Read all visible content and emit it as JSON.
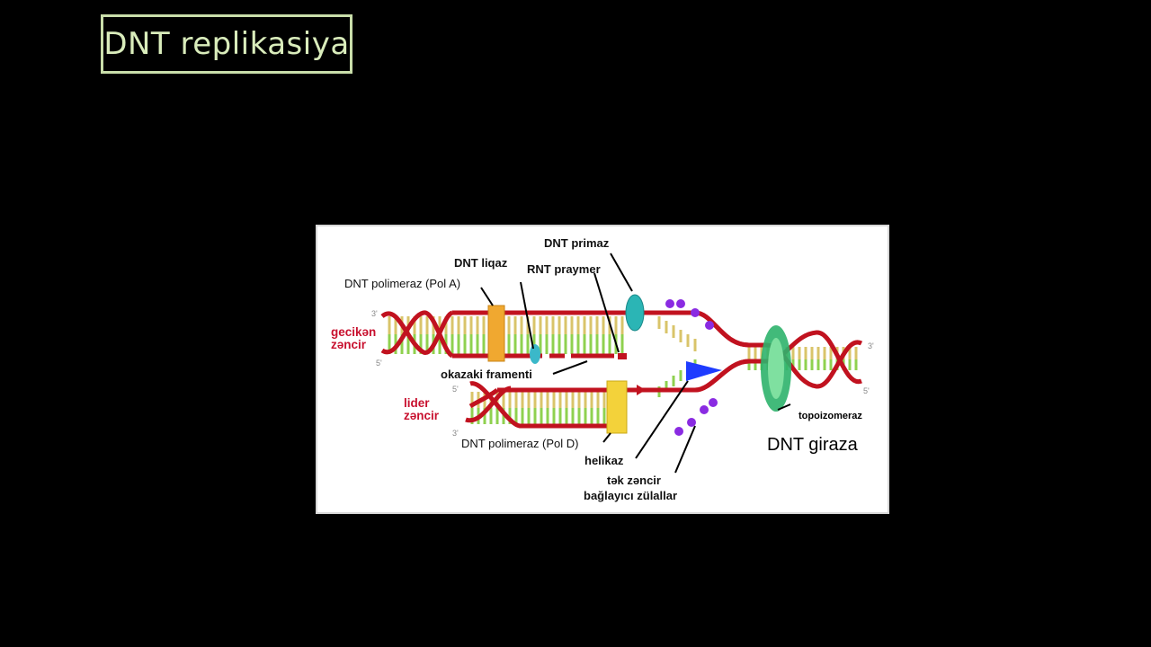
{
  "title": "DNT replikasiya",
  "diagram": {
    "labels": {
      "dnt_primaz": "DNT primaz",
      "dnt_liqaz": "DNT liqaz",
      "rnt_praymer": "RNT praymer",
      "pol_a": "DNT polimeraz (Pol A)",
      "gecikan_1": "gecikən",
      "gecikan_2": "zəncir",
      "okazaki": "okazaki framenti",
      "lider_1": "lider",
      "lider_2": "zəncir",
      "pol_d": "DNT polimeraz (Pol D)",
      "helikaz": "helikaz",
      "tek_1": "tək zəncir",
      "tek_2": "bağlayıcı zülallar",
      "topoizomeraz": "topoizomeraz",
      "giraza": "DNT giraza"
    },
    "ends": {
      "top_left_3": "3'",
      "top_left_5": "5'",
      "bottom_left_5": "5'",
      "bottom_left_3": "3'",
      "right_3": "3'",
      "right_5": "5'"
    },
    "colors": {
      "backbone": "#c1121f",
      "base_yellow": "#d9c46a",
      "base_green": "#8fd14f",
      "polymerase_orange": "#f0a830",
      "polymerase_yellow": "#f3d23a",
      "primase_teal": "#2bb5b5",
      "ssb_purple": "#8a2be2",
      "helicase_blue": "#1e3cff",
      "gyrase_green": "#2db36b"
    }
  }
}
